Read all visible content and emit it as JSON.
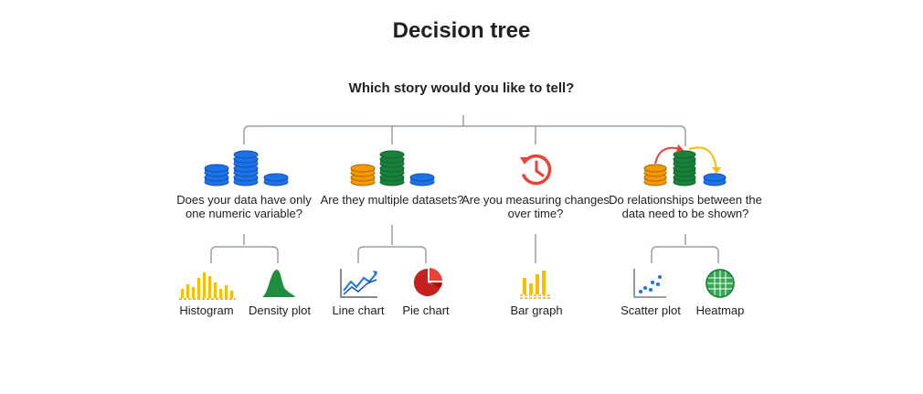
{
  "title": "Decision tree",
  "root_question": "Which story would you like to tell?",
  "branches": [
    {
      "icon": "database-stacks-blue-icon",
      "question": "Does your data have only one numeric variable?",
      "leaves": [
        {
          "label": "Histogram",
          "icon": "histogram-icon"
        },
        {
          "label": "Density plot",
          "icon": "density-plot-icon"
        }
      ]
    },
    {
      "icon": "database-stacks-multicolor-icon",
      "question": "Are they multiple datasets?",
      "leaves": [
        {
          "label": "Line chart",
          "icon": "line-chart-icon"
        },
        {
          "label": "Pie chart",
          "icon": "pie-chart-icon"
        }
      ]
    },
    {
      "icon": "clock-history-icon",
      "question": "Are you measuring changes over time?",
      "leaves": [
        {
          "label": "Bar graph",
          "icon": "bar-graph-icon"
        }
      ]
    },
    {
      "icon": "database-relationships-icon",
      "question": "Do relationships between the data need to be shown?",
      "leaves": [
        {
          "label": "Scatter plot",
          "icon": "scatter-plot-icon"
        },
        {
          "label": "Heatmap",
          "icon": "heatmap-icon"
        }
      ]
    }
  ],
  "colors": {
    "connector": "#9aa0a6",
    "blue": "#1a73e8",
    "dark_blue": "#174ea6",
    "green": "#188038",
    "dark_green": "#0d652d",
    "yellow": "#fbbc04",
    "orange": "#f29900",
    "red": "#ea4335",
    "dark_red": "#a50e0e"
  }
}
